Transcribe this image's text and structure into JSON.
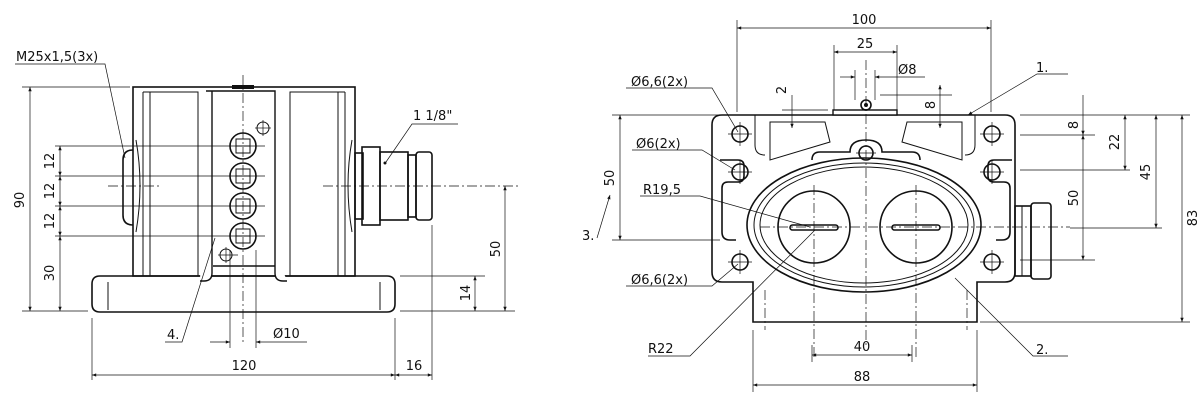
{
  "drawing": {
    "side_view": {
      "thread_callout": "M25x1,5(3x)",
      "connector_callout": "1 1/8\"",
      "item_4": "4.",
      "dim_height_total": "90",
      "dim_pitch_1": "12",
      "dim_pitch_2": "12",
      "dim_pitch_3": "12",
      "dim_bottom": "30",
      "dim_connector_height": "50",
      "dim_base_thickness": "14",
      "dim_hole_diameter": "Ø10",
      "dim_width": "120",
      "dim_connector_offset": "16"
    },
    "front_view": {
      "dim_width_top": "100",
      "dim_lever_width": "25",
      "dim_lever_diameter": "Ø8",
      "dim_2": "2",
      "dim_8_top": "8",
      "item_1": "1.",
      "item_2": "2.",
      "item_3": "3.",
      "hole_callout_top": "Ø6,6(2x)",
      "hole_callout_mid": "Ø6(2x)",
      "radius_inner": "R19,5",
      "hole_callout_bottom": "Ø6,6(2x)",
      "radius_outer": "R22",
      "dim_left_50": "50",
      "dim_right_8": "8",
      "dim_right_22": "22",
      "dim_right_45": "45",
      "dim_right_50": "50",
      "dim_right_83": "83",
      "dim_button_spacing": "40",
      "dim_body_width": "88"
    }
  }
}
